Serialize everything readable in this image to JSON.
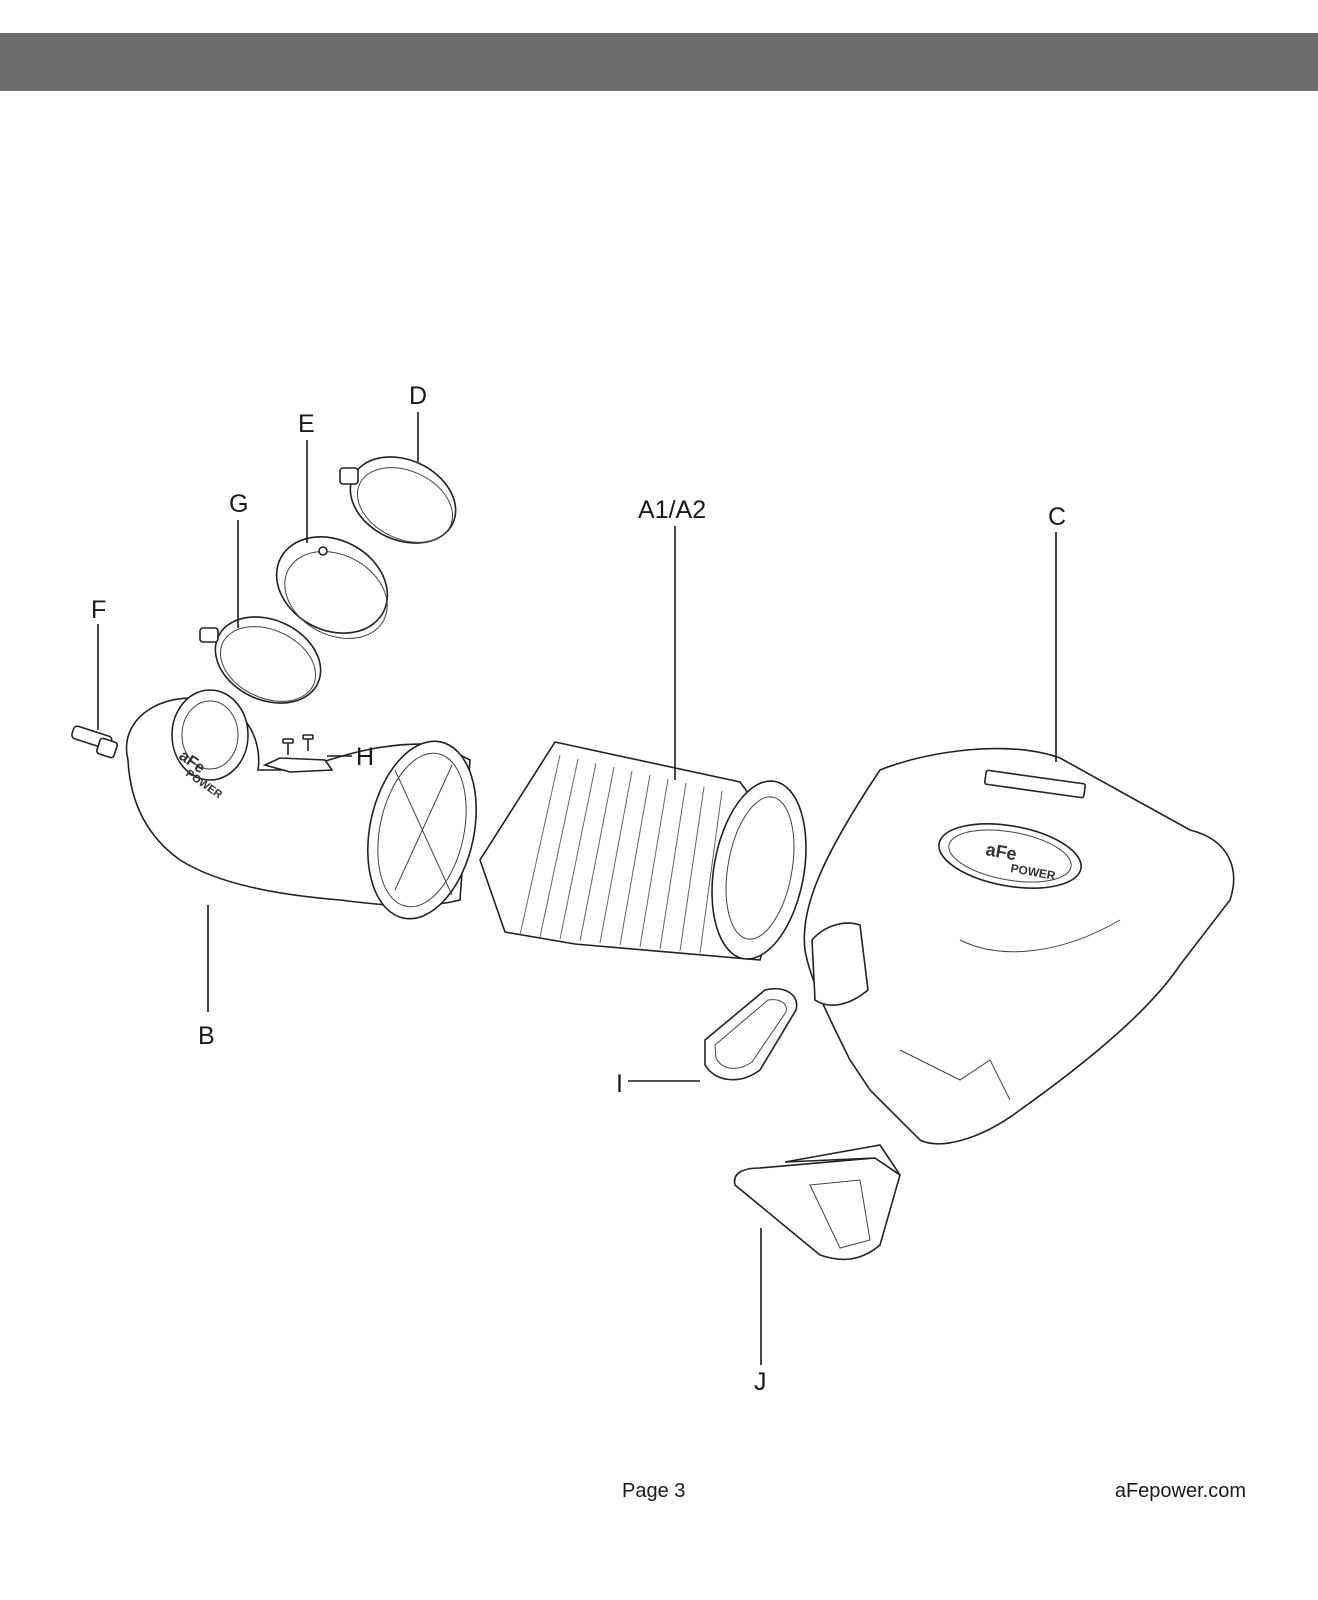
{
  "footer": {
    "page_label": "Page 3",
    "site": "aFepower.com"
  },
  "callouts": {
    "A": "A1/A2",
    "B": "B",
    "C": "C",
    "D": "D",
    "E": "E",
    "F": "F",
    "G": "G",
    "H": "H",
    "I": "I",
    "J": "J"
  },
  "colors": {
    "header_band": "#6d6e70",
    "line_art": "#222222"
  }
}
